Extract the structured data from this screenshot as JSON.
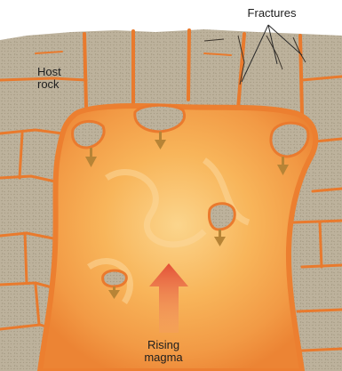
{
  "labels": {
    "fractures": "Fractures",
    "host_rock": [
      "Host",
      "rock"
    ],
    "rising_magma": [
      "Rising",
      "magma"
    ]
  },
  "colors": {
    "host_rock": "#bdb29c",
    "rock_speckle": "#9a8f78",
    "fracture_magma": "#ea7a2e",
    "magma_core": "#f8b55a",
    "magma_edge": "#ef8a3b",
    "xenolith": "#c6bba6",
    "sinking_arrow": "#b78436",
    "rising_arrow": "#e8573b",
    "text": "#1e1e1e"
  },
  "icons": {
    "sinking_block": "down-arrow-icon",
    "rising": "up-arrow-icon"
  }
}
